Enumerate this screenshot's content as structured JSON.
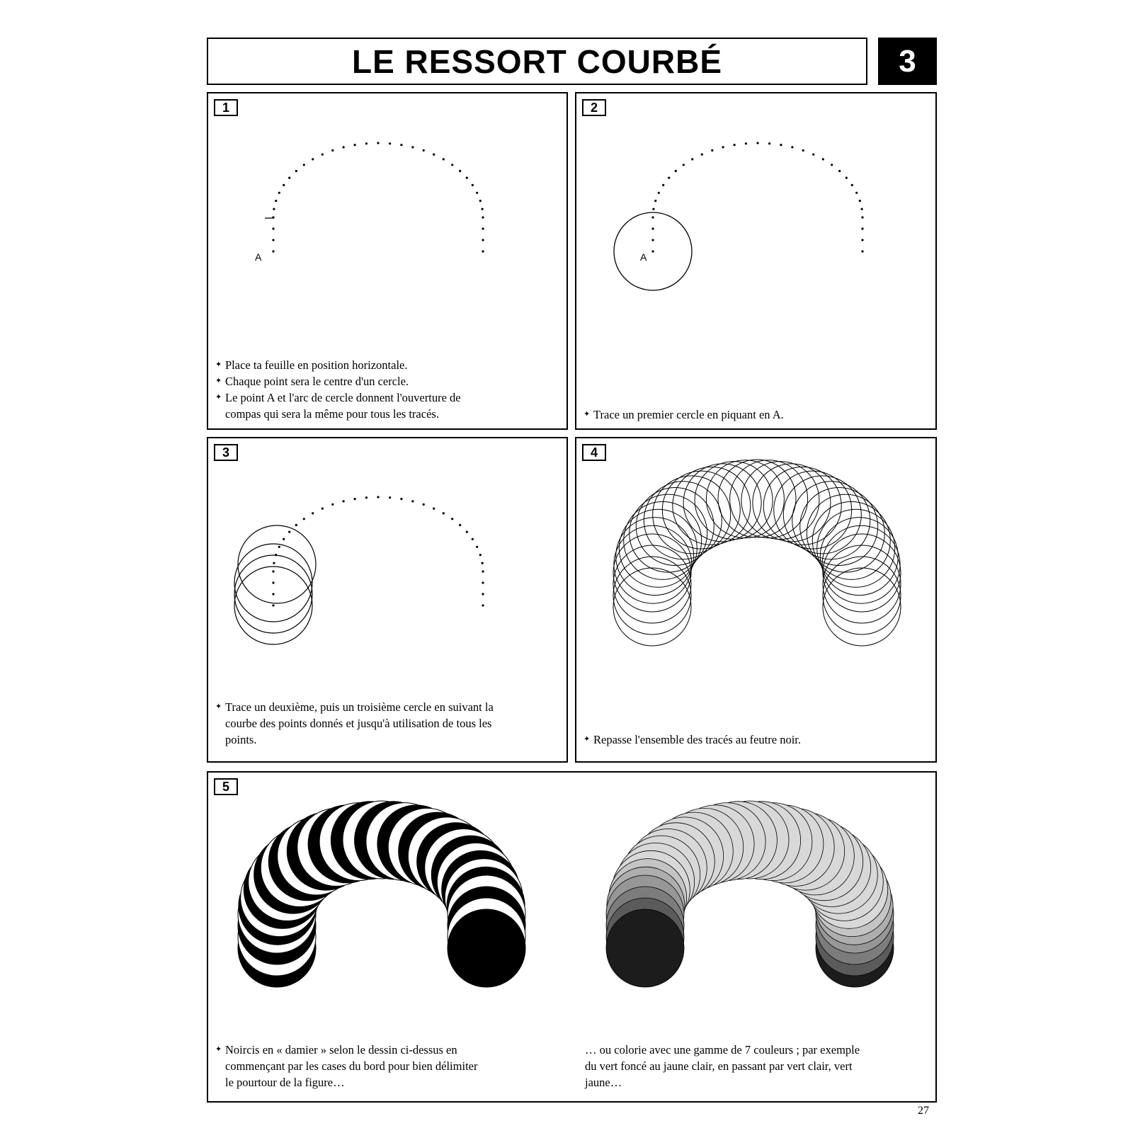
{
  "header": {
    "title": "LE RESSORT COURBÉ",
    "number": "3"
  },
  "steps": [
    {
      "label": "1",
      "point_label": "A",
      "lines": [
        {
          "text": "Place ta feuille en  position horizontale.",
          "bullet": true
        },
        {
          "text": "Chaque point sera le centre d'un cercle.",
          "bullet": true
        },
        {
          "text": "Le point A et l'arc de cercle donnent l'ouverture de",
          "bullet": true
        },
        {
          "text": "compas qui sera la même pour tous les tracés.",
          "bullet": false
        }
      ]
    },
    {
      "label": "2",
      "point_label": "A",
      "lines": [
        {
          "text": "Trace un premier cercle en piquant en A.",
          "bullet": true
        }
      ]
    },
    {
      "label": "3",
      "lines": [
        {
          "text": "Trace un deuxième, puis un troisième cercle en suivant la",
          "bullet": true
        },
        {
          "text": "courbe des points donnés et jusqu'à utilisation de tous les",
          "bullet": false
        },
        {
          "text": "points.",
          "bullet": false
        }
      ]
    },
    {
      "label": "4",
      "lines": [
        {
          "text": "Repasse l'ensemble des tracés au feutre noir.",
          "bullet": true
        }
      ]
    },
    {
      "label": "5",
      "left_lines": [
        {
          "text": "Noircis en « damier » selon le dessin ci-dessus en",
          "bullet": true
        },
        {
          "text": "commençant par les cases du bord pour bien délimiter",
          "bullet": false
        },
        {
          "text": "le pourtour de la figure…",
          "bullet": false
        }
      ],
      "right_lines": [
        {
          "text": "… ou colorie avec une gamme de 7 couleurs ; par exemple",
          "bullet": false
        },
        {
          "text": "du vert foncé au jaune clair, en passant par vert clair, vert",
          "bullet": false
        },
        {
          "text": "jaune…",
          "bullet": false
        }
      ]
    }
  ],
  "page_number": "27",
  "gray_shades": [
    "#d8d8d8",
    "#c4c4c4",
    "#aeaeae",
    "#979797",
    "#7c7c7c",
    "#5b5b5b",
    "#1c1c1c"
  ]
}
